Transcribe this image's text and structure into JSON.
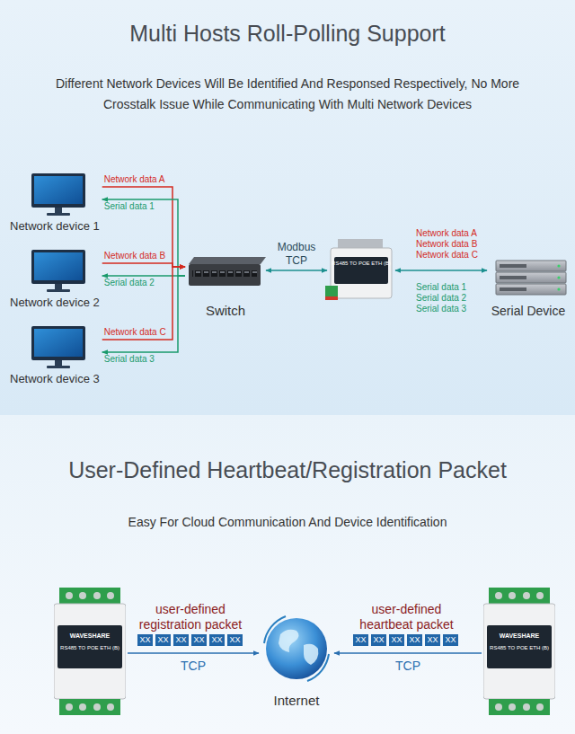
{
  "diagram": {
    "title": "Multi Hosts Roll-Polling Support",
    "nodes": [
      {
        "text": [
          "Network device 1"
        ]
      },
      {
        "text": [
          "Network device 2"
        ]
      },
      {
        "text": [
          "Network device 3"
        ]
      },
      {
        "text": [
          "Switch"
        ]
      },
      {
        "text": [
          "RS485 TO POE ETH (B)"
        ]
      },
      {
        "text": [
          "Serial Device"
        ]
      },
      {
        "text": [
          "WAVESHARE",
          "RS485 TO POE ETH (B)"
        ]
      },
      {
        "text": [
          "Internet"
        ]
      },
      {
        "text": [
          "WAVESHARE",
          "RS485 TO POE ETH (B)"
        ]
      }
    ],
    "edges": [
      {
        "from": 0,
        "to": 3,
        "label": "Network data A",
        "arrow": "to"
      },
      {
        "from": 3,
        "to": 0,
        "label": "Serial data 1",
        "arrow": "to"
      },
      {
        "from": 1,
        "to": 3,
        "label": "Network data B",
        "arrow": "to"
      },
      {
        "from": 3,
        "to": 1,
        "label": "Serial data 2",
        "arrow": "to"
      },
      {
        "from": 2,
        "to": 3,
        "label": "Network data C",
        "arrow": "to"
      },
      {
        "from": 3,
        "to": 2,
        "label": "Serial data 3",
        "arrow": "to"
      },
      {
        "from": 3,
        "to": 4,
        "label": "Modbus TCP",
        "arrow": "both"
      },
      {
        "from": 4,
        "to": 5,
        "arrow": "both"
      },
      {
        "from": 6,
        "to": 7,
        "label": "TCP",
        "arrow": "to"
      },
      {
        "from": 8,
        "to": 7,
        "label": "TCP",
        "arrow": "to"
      }
    ],
    "labels": [
      "Different Network Devices Will Be Identified And Responsed Respectively, No More Crosstalk Issue While Communicating With Multi Network Devices",
      "Network data A",
      "Network data B",
      "Network data C",
      "Serial data 1",
      "Serial data 2",
      "Serial data 3",
      "User-Defined Heartbeat/Registration Packet",
      "Easy For Cloud Communication And Device Identification",
      "user-defined registration packet",
      "XX",
      "XX",
      "XX",
      "XX",
      "XX",
      "XX",
      "user-defined heartbeat packet",
      "XX",
      "XX",
      "XX",
      "XX",
      "XX",
      "XX"
    ]
  }
}
